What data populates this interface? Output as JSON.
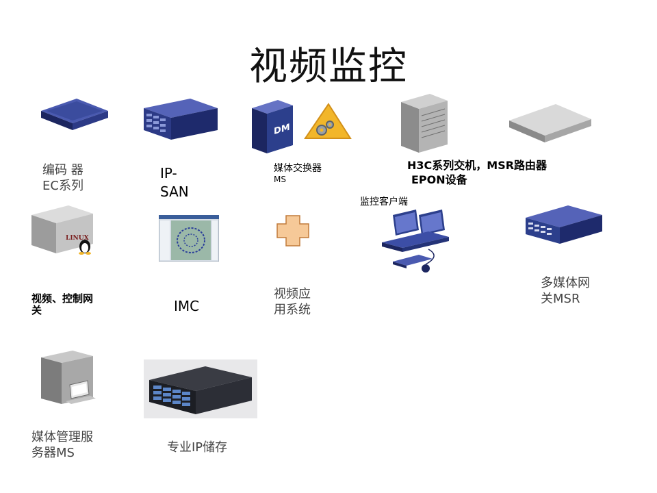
{
  "title": "视频监控",
  "devices": {
    "encoder": {
      "line1": "编码 器",
      "line2": "EC系列"
    },
    "ipsan": {
      "line1": "IP-",
      "line2": "SAN"
    },
    "media_switch": {
      "line1": "媒体交换器",
      "line2": "MS",
      "icon_text": "DM"
    },
    "h3c": {
      "line1": "H3C系列交机，MSR路由器",
      "line2": "EPON设备"
    },
    "monitor_client": {
      "line1": "监控客户端"
    },
    "linux_gateway": {
      "line1": "视频、控制网",
      "line2": "关",
      "icon_text": "LINUX"
    },
    "imc": {
      "line1": "IMC"
    },
    "video_app": {
      "line1": "视频应",
      "line2": "用系统"
    },
    "msr_gateway": {
      "line1": "多媒体网",
      "line2": "关MSR"
    },
    "media_server": {
      "line1": "媒体管理服",
      "line2": "务器MS"
    },
    "ip_storage": {
      "line1": "专业IP储存"
    }
  },
  "colors": {
    "device_blue": "#2c3f8c",
    "device_dark": "#1c2660",
    "server_gray": "#a8a8a8",
    "cross_fill": "#f6c998",
    "cross_stroke": "#c07a3a",
    "warning_yellow": "#f2b62a"
  }
}
